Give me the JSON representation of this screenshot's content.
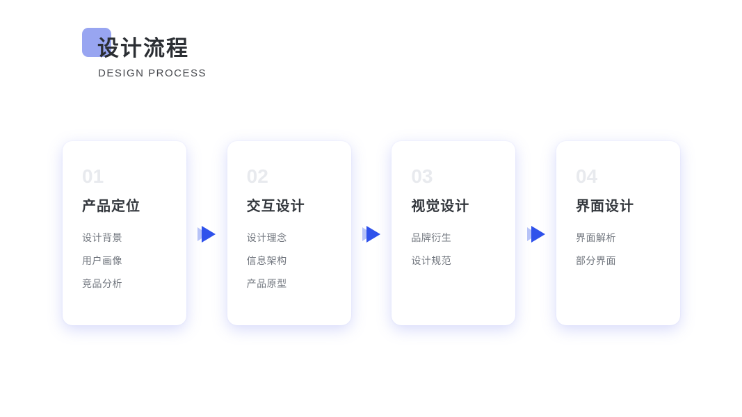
{
  "header": {
    "title": "设计流程",
    "subtitle": "DESIGN PROCESS"
  },
  "steps": [
    {
      "number": "01",
      "title": "产品定位",
      "items": [
        "设计背景",
        "用户画像",
        "竞品分析"
      ]
    },
    {
      "number": "02",
      "title": "交互设计",
      "items": [
        "设计理念",
        "信息架构",
        "产品原型"
      ]
    },
    {
      "number": "03",
      "title": "视觉设计",
      "items": [
        "品牌衍生",
        "设计规范"
      ]
    },
    {
      "number": "04",
      "title": "界面设计",
      "items": [
        "界面解析",
        "部分界面"
      ]
    }
  ],
  "colors": {
    "accent_square": "#98a5f1",
    "arrow_front": "#2f52eb",
    "arrow_back": "#b7c3f7",
    "card_number": "#e8eaee",
    "card_title": "#33373d",
    "card_item": "#72777f",
    "page_title": "#2b2e33",
    "page_subtitle": "#47494e",
    "card_shadow": "rgba(122,134,240,0.30)",
    "background": "#ffffff"
  }
}
